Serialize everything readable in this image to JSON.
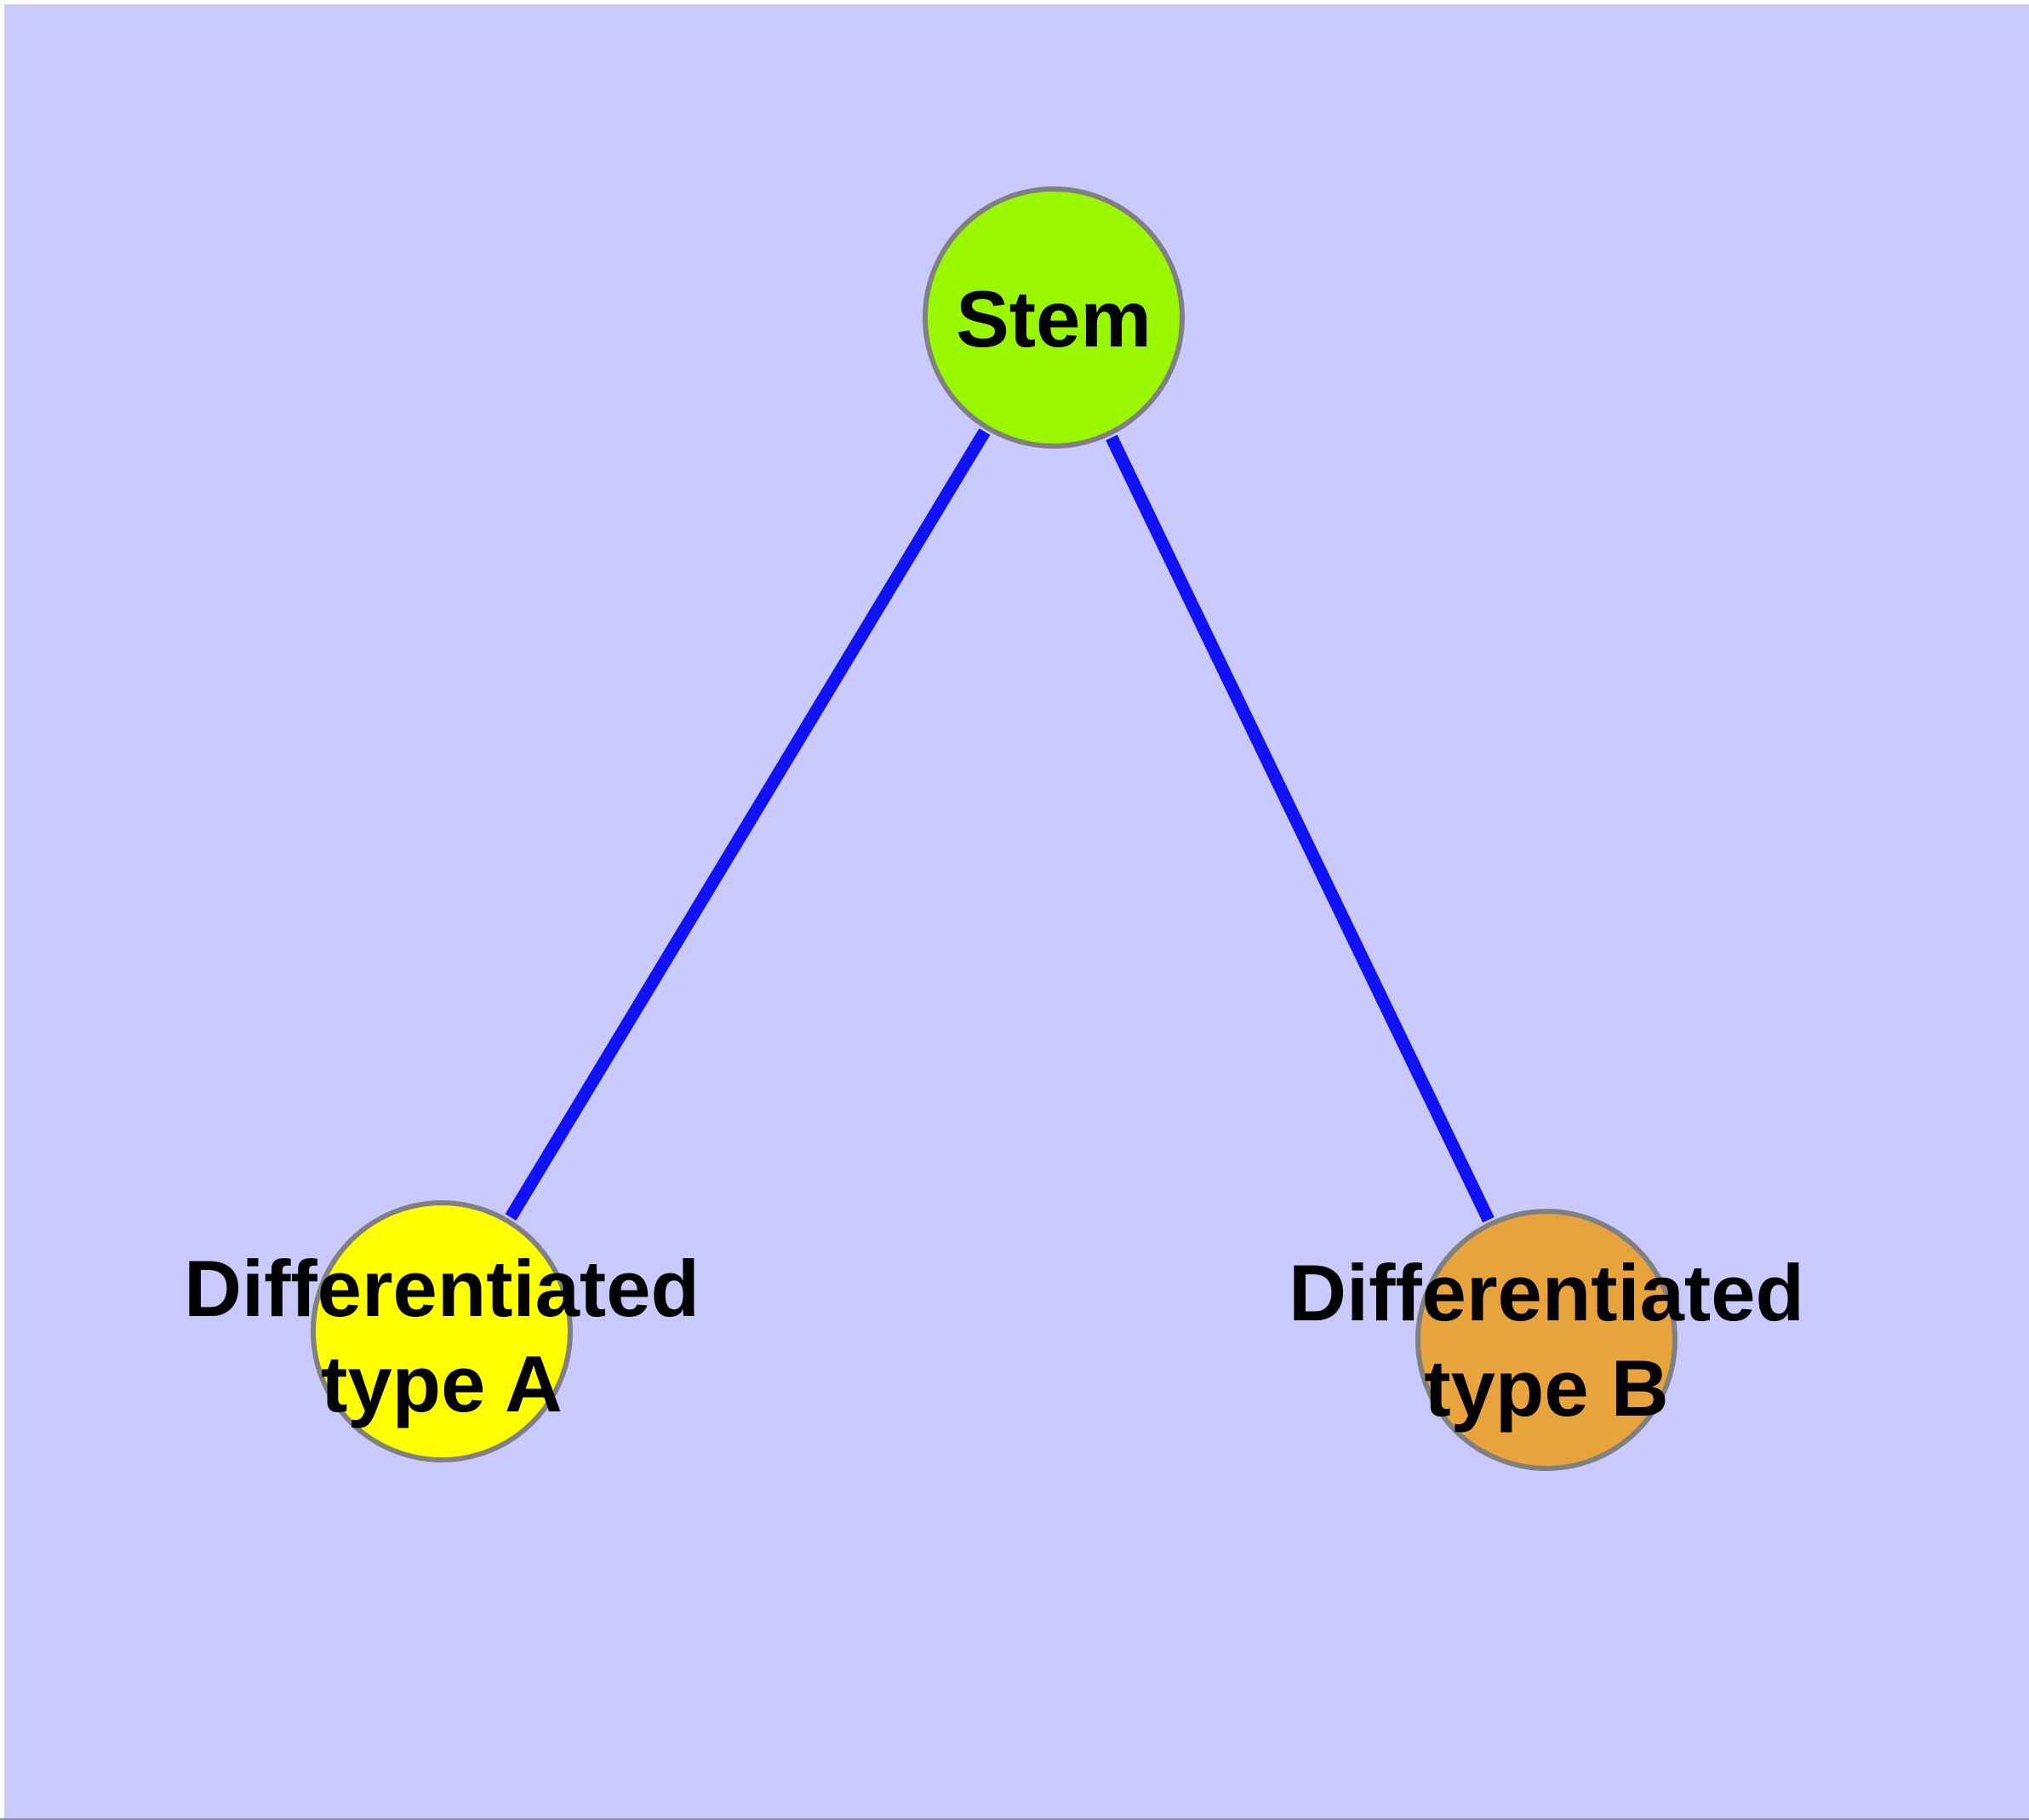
{
  "diagram": {
    "title": "",
    "background_color": "#C9C9FB",
    "edge_color": "#1111F5",
    "node_border_color": "#808080",
    "text_color": "#000000",
    "nodes": {
      "stem": {
        "label": "Stem",
        "color": "#99F800"
      },
      "typeA": {
        "line1": "Differentiated",
        "line2": "type A",
        "label": "Differentiated type A",
        "color": "#FFFF00"
      },
      "typeB": {
        "line1": "Differentiated",
        "line2": "type B",
        "label": "Differentiated type B",
        "color": "#E8A33C"
      }
    },
    "edges": [
      {
        "from": "Stem",
        "to": "Differentiated type A"
      },
      {
        "from": "Stem",
        "to": "Differentiated type B"
      }
    ]
  }
}
